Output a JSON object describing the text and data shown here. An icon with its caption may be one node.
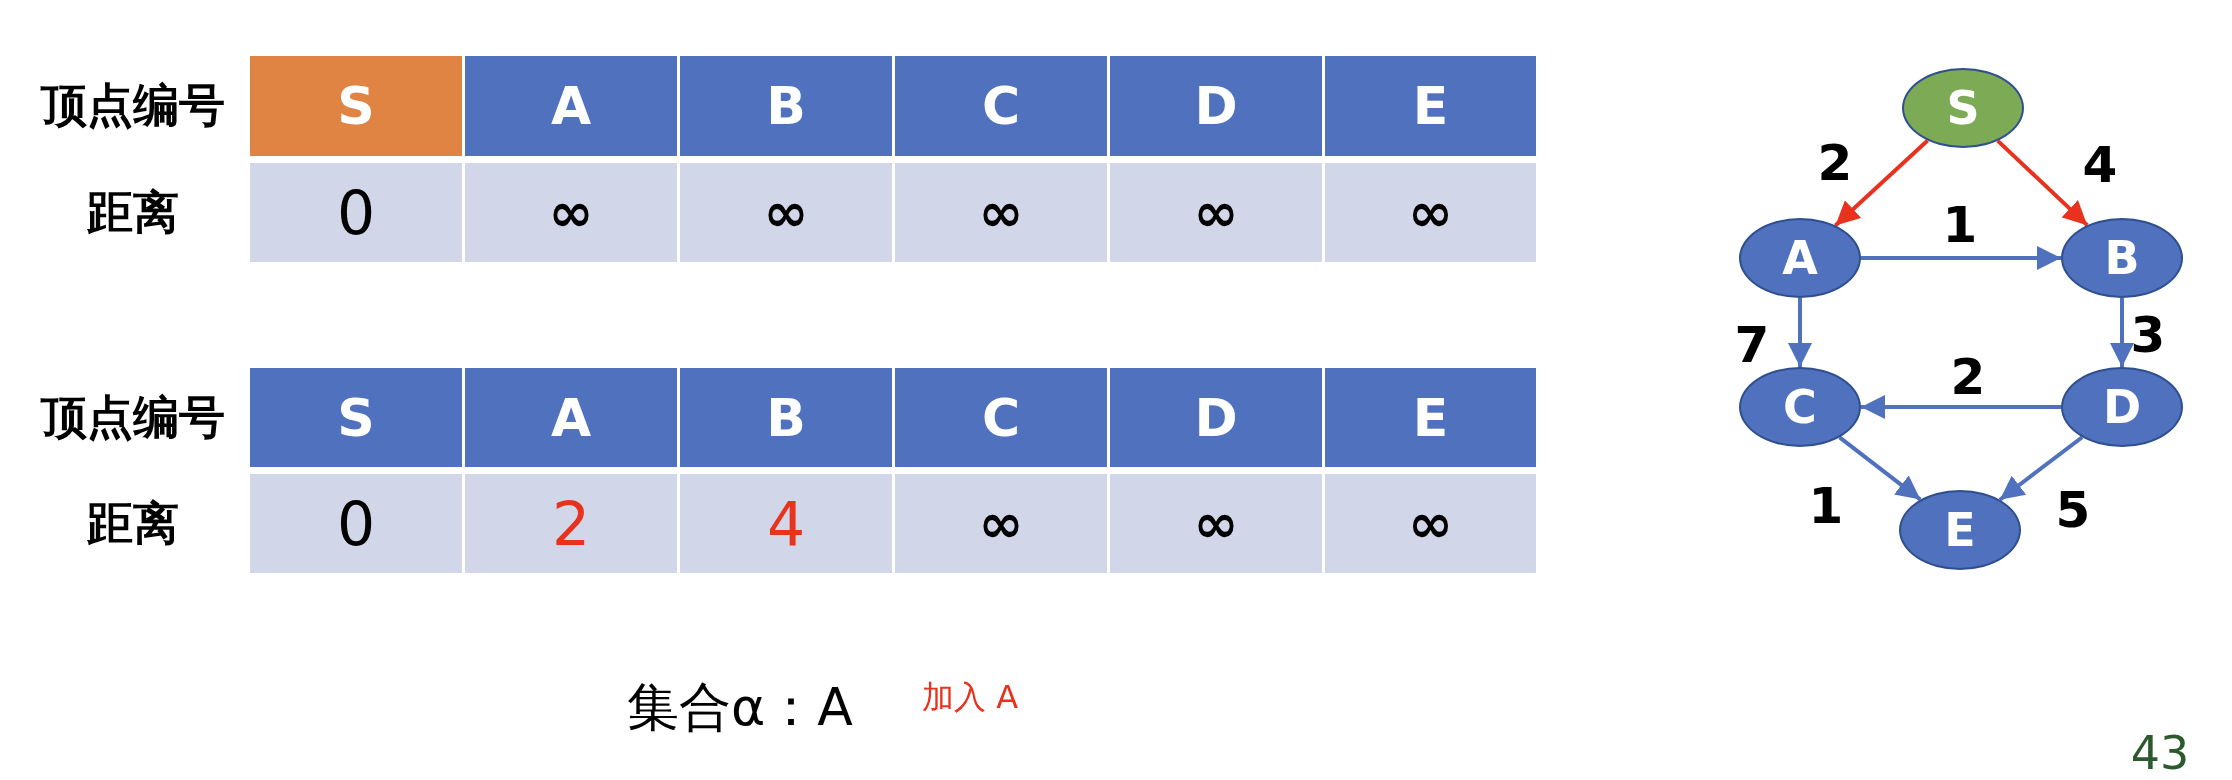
{
  "diagram": {
    "nodes": [
      {
        "text": [
          "S"
        ]
      },
      {
        "text": [
          "A"
        ]
      },
      {
        "text": [
          "B"
        ]
      },
      {
        "text": [
          "C"
        ]
      },
      {
        "text": [
          "D"
        ]
      },
      {
        "text": [
          "E"
        ]
      }
    ],
    "edges": [
      {
        "from": 0,
        "to": 1,
        "arrow": "to",
        "label": "2",
        "color": "#e8321e"
      },
      {
        "from": 0,
        "to": 2,
        "arrow": "to",
        "label": "4",
        "color": "#e8321e"
      },
      {
        "from": 1,
        "to": 2,
        "arrow": "to",
        "label": "1"
      },
      {
        "from": 1,
        "to": 3,
        "arrow": "to",
        "label": "7"
      },
      {
        "from": 2,
        "to": 4,
        "arrow": "to",
        "label": "3"
      },
      {
        "from": 4,
        "to": 3,
        "arrow": "to",
        "label": "2"
      },
      {
        "from": 3,
        "to": 5,
        "arrow": "to",
        "label": "1"
      },
      {
        "from": 4,
        "to": 5,
        "arrow": "to",
        "label": "5"
      }
    ],
    "labels": [
      "顶点编号",
      "S",
      "A",
      "B",
      "C",
      "D",
      "E",
      "距离",
      "0",
      "∞",
      "∞",
      "∞",
      "∞",
      "∞",
      "顶点编号",
      "S",
      "A",
      "B",
      "C",
      "D",
      "E",
      "距离",
      "0",
      "2",
      "4",
      "∞",
      "∞",
      "∞",
      "集合α：A",
      "加入 A",
      "43"
    ]
  }
}
